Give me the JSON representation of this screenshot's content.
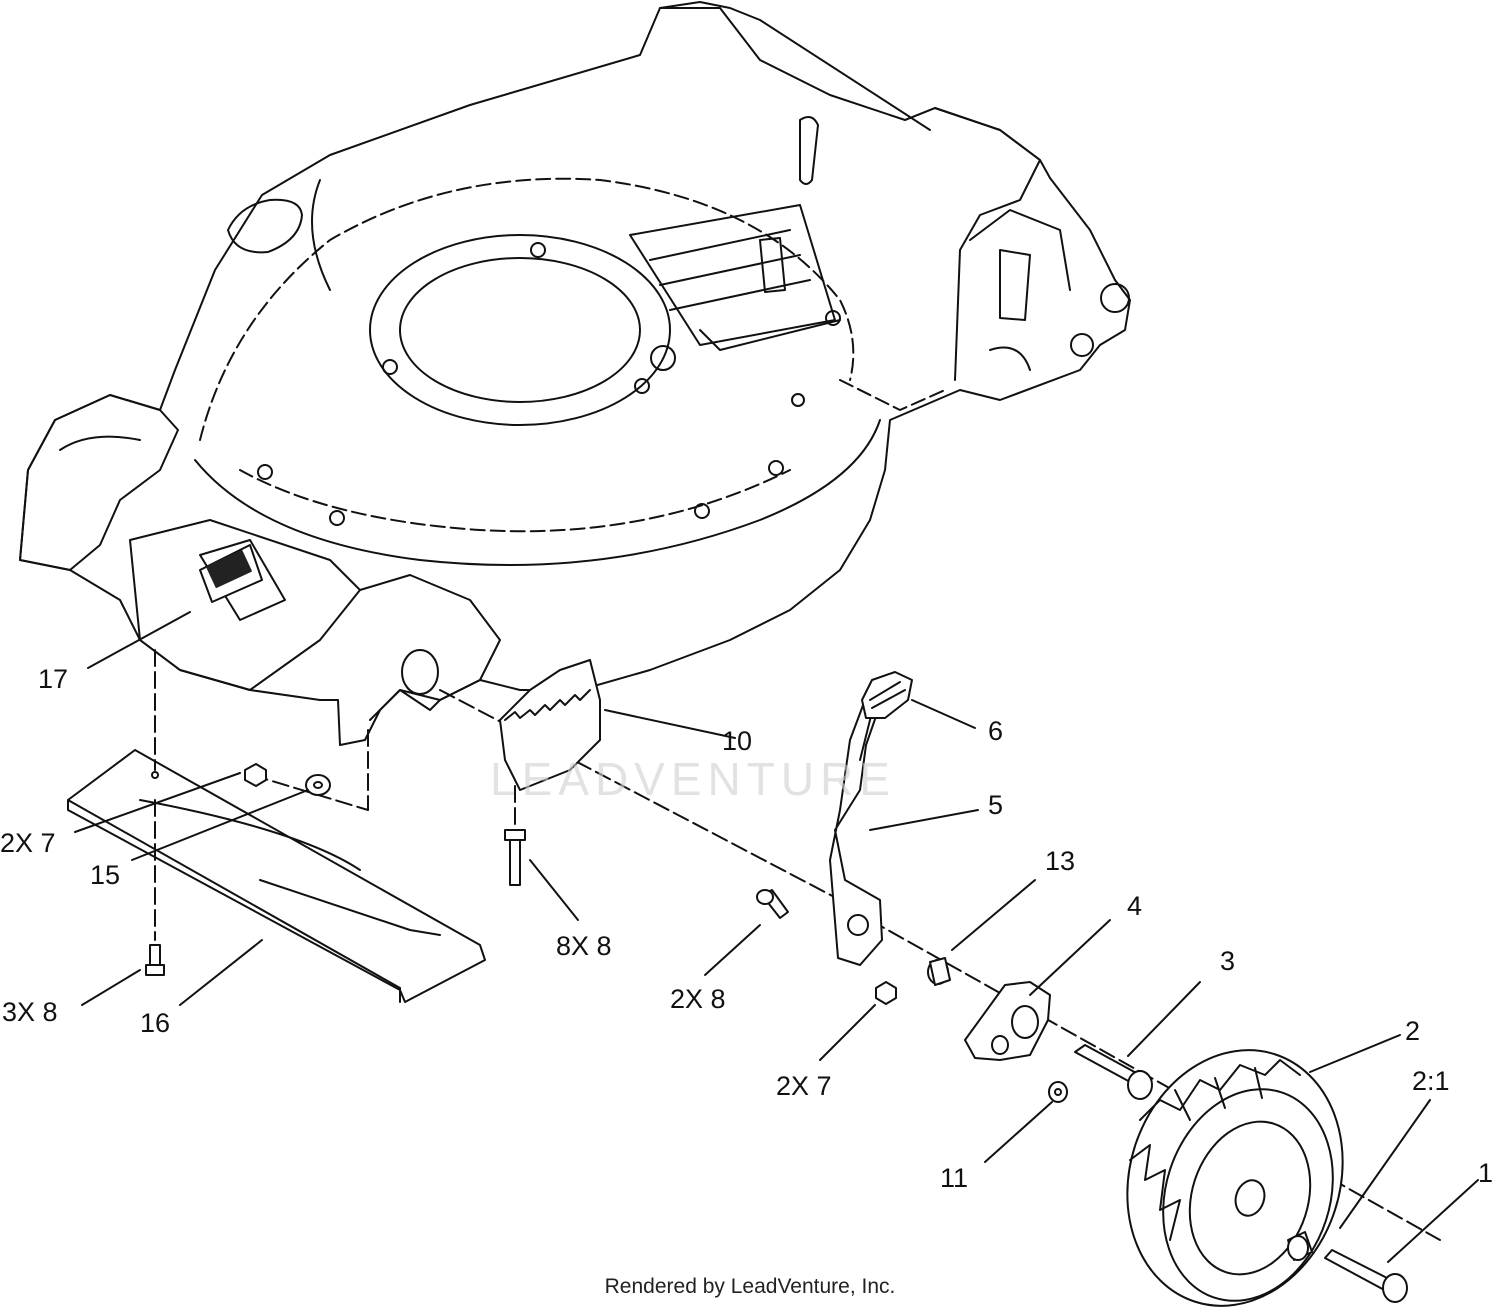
{
  "callouts": {
    "c17": "17",
    "c10": "10",
    "c6": "6",
    "c5": "5",
    "c13": "13",
    "c4": "4",
    "c3": "3",
    "c2": "2",
    "c2_1": "2:1",
    "c1": "1",
    "c11": "11",
    "c2x7_left": "2X 7",
    "c15": "15",
    "c8x8": "8X 8",
    "c2x8": "2X 8",
    "c2x7_right": "2X 7",
    "c3x8": "3X 8",
    "c16": "16"
  },
  "watermark": "LEADVENTURE",
  "footer": "Rendered by LeadVenture, Inc.",
  "colors": {
    "line": "#111111",
    "fill": "#ffffff",
    "watermark": "#d0d0d0"
  }
}
